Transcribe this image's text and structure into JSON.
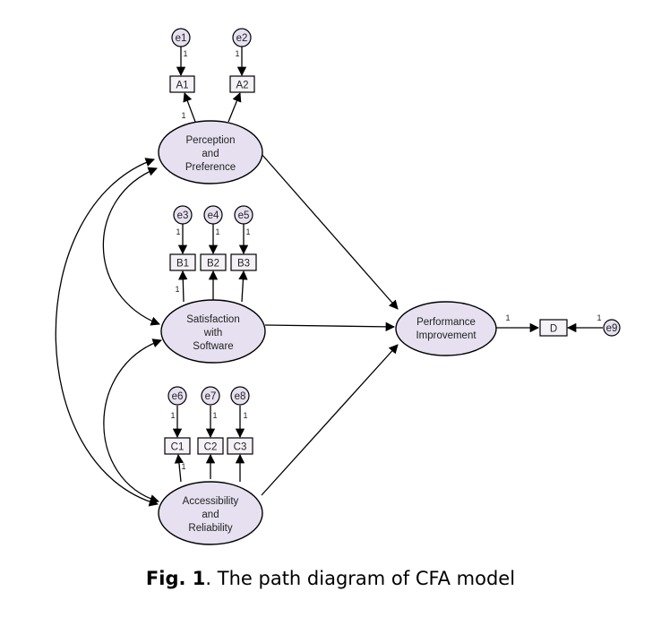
{
  "caption": {
    "prefix": "Fig. 1",
    "text": ". The path diagram of CFA model"
  },
  "latent": {
    "perception": [
      "Perception",
      "and",
      "Preference"
    ],
    "satisfaction": [
      "Satisfaction",
      "with",
      "Software"
    ],
    "accessibility": [
      "Accessibility",
      "and",
      "Reliability"
    ],
    "performance": [
      "Performance",
      "Improvement"
    ]
  },
  "observed": [
    "A1",
    "A2",
    "B1",
    "B2",
    "B3",
    "C1",
    "C2",
    "C3",
    "D"
  ],
  "errors": [
    "e1",
    "e2",
    "e3",
    "e4",
    "e5",
    "e6",
    "e7",
    "e8",
    "e9"
  ],
  "path_weight": "1"
}
